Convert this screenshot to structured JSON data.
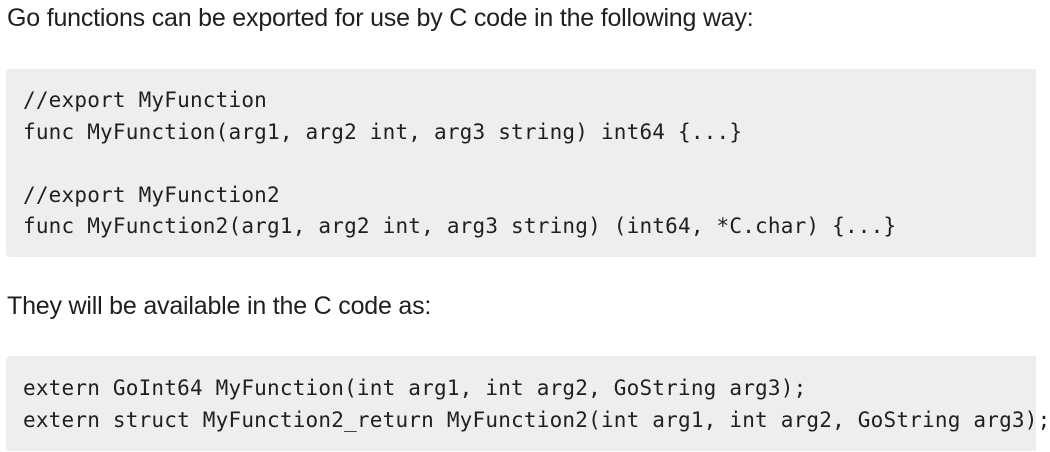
{
  "intro": {
    "text": "Go functions can be exported for use by C code in the following way:"
  },
  "go_code": {
    "lines": [
      "//export MyFunction",
      "func MyFunction(arg1, arg2 int, arg3 string) int64 {...}",
      "",
      "//export MyFunction2",
      "func MyFunction2(arg1, arg2 int, arg3 string) (int64, *C.char) {...}"
    ]
  },
  "middle": {
    "text": "They will be available in the C code as:"
  },
  "c_code": {
    "lines": [
      "extern GoInt64 MyFunction(int arg1, int arg2, GoString arg3);",
      "extern struct MyFunction2_return MyFunction2(int arg1, int arg2, GoString arg3);"
    ]
  }
}
